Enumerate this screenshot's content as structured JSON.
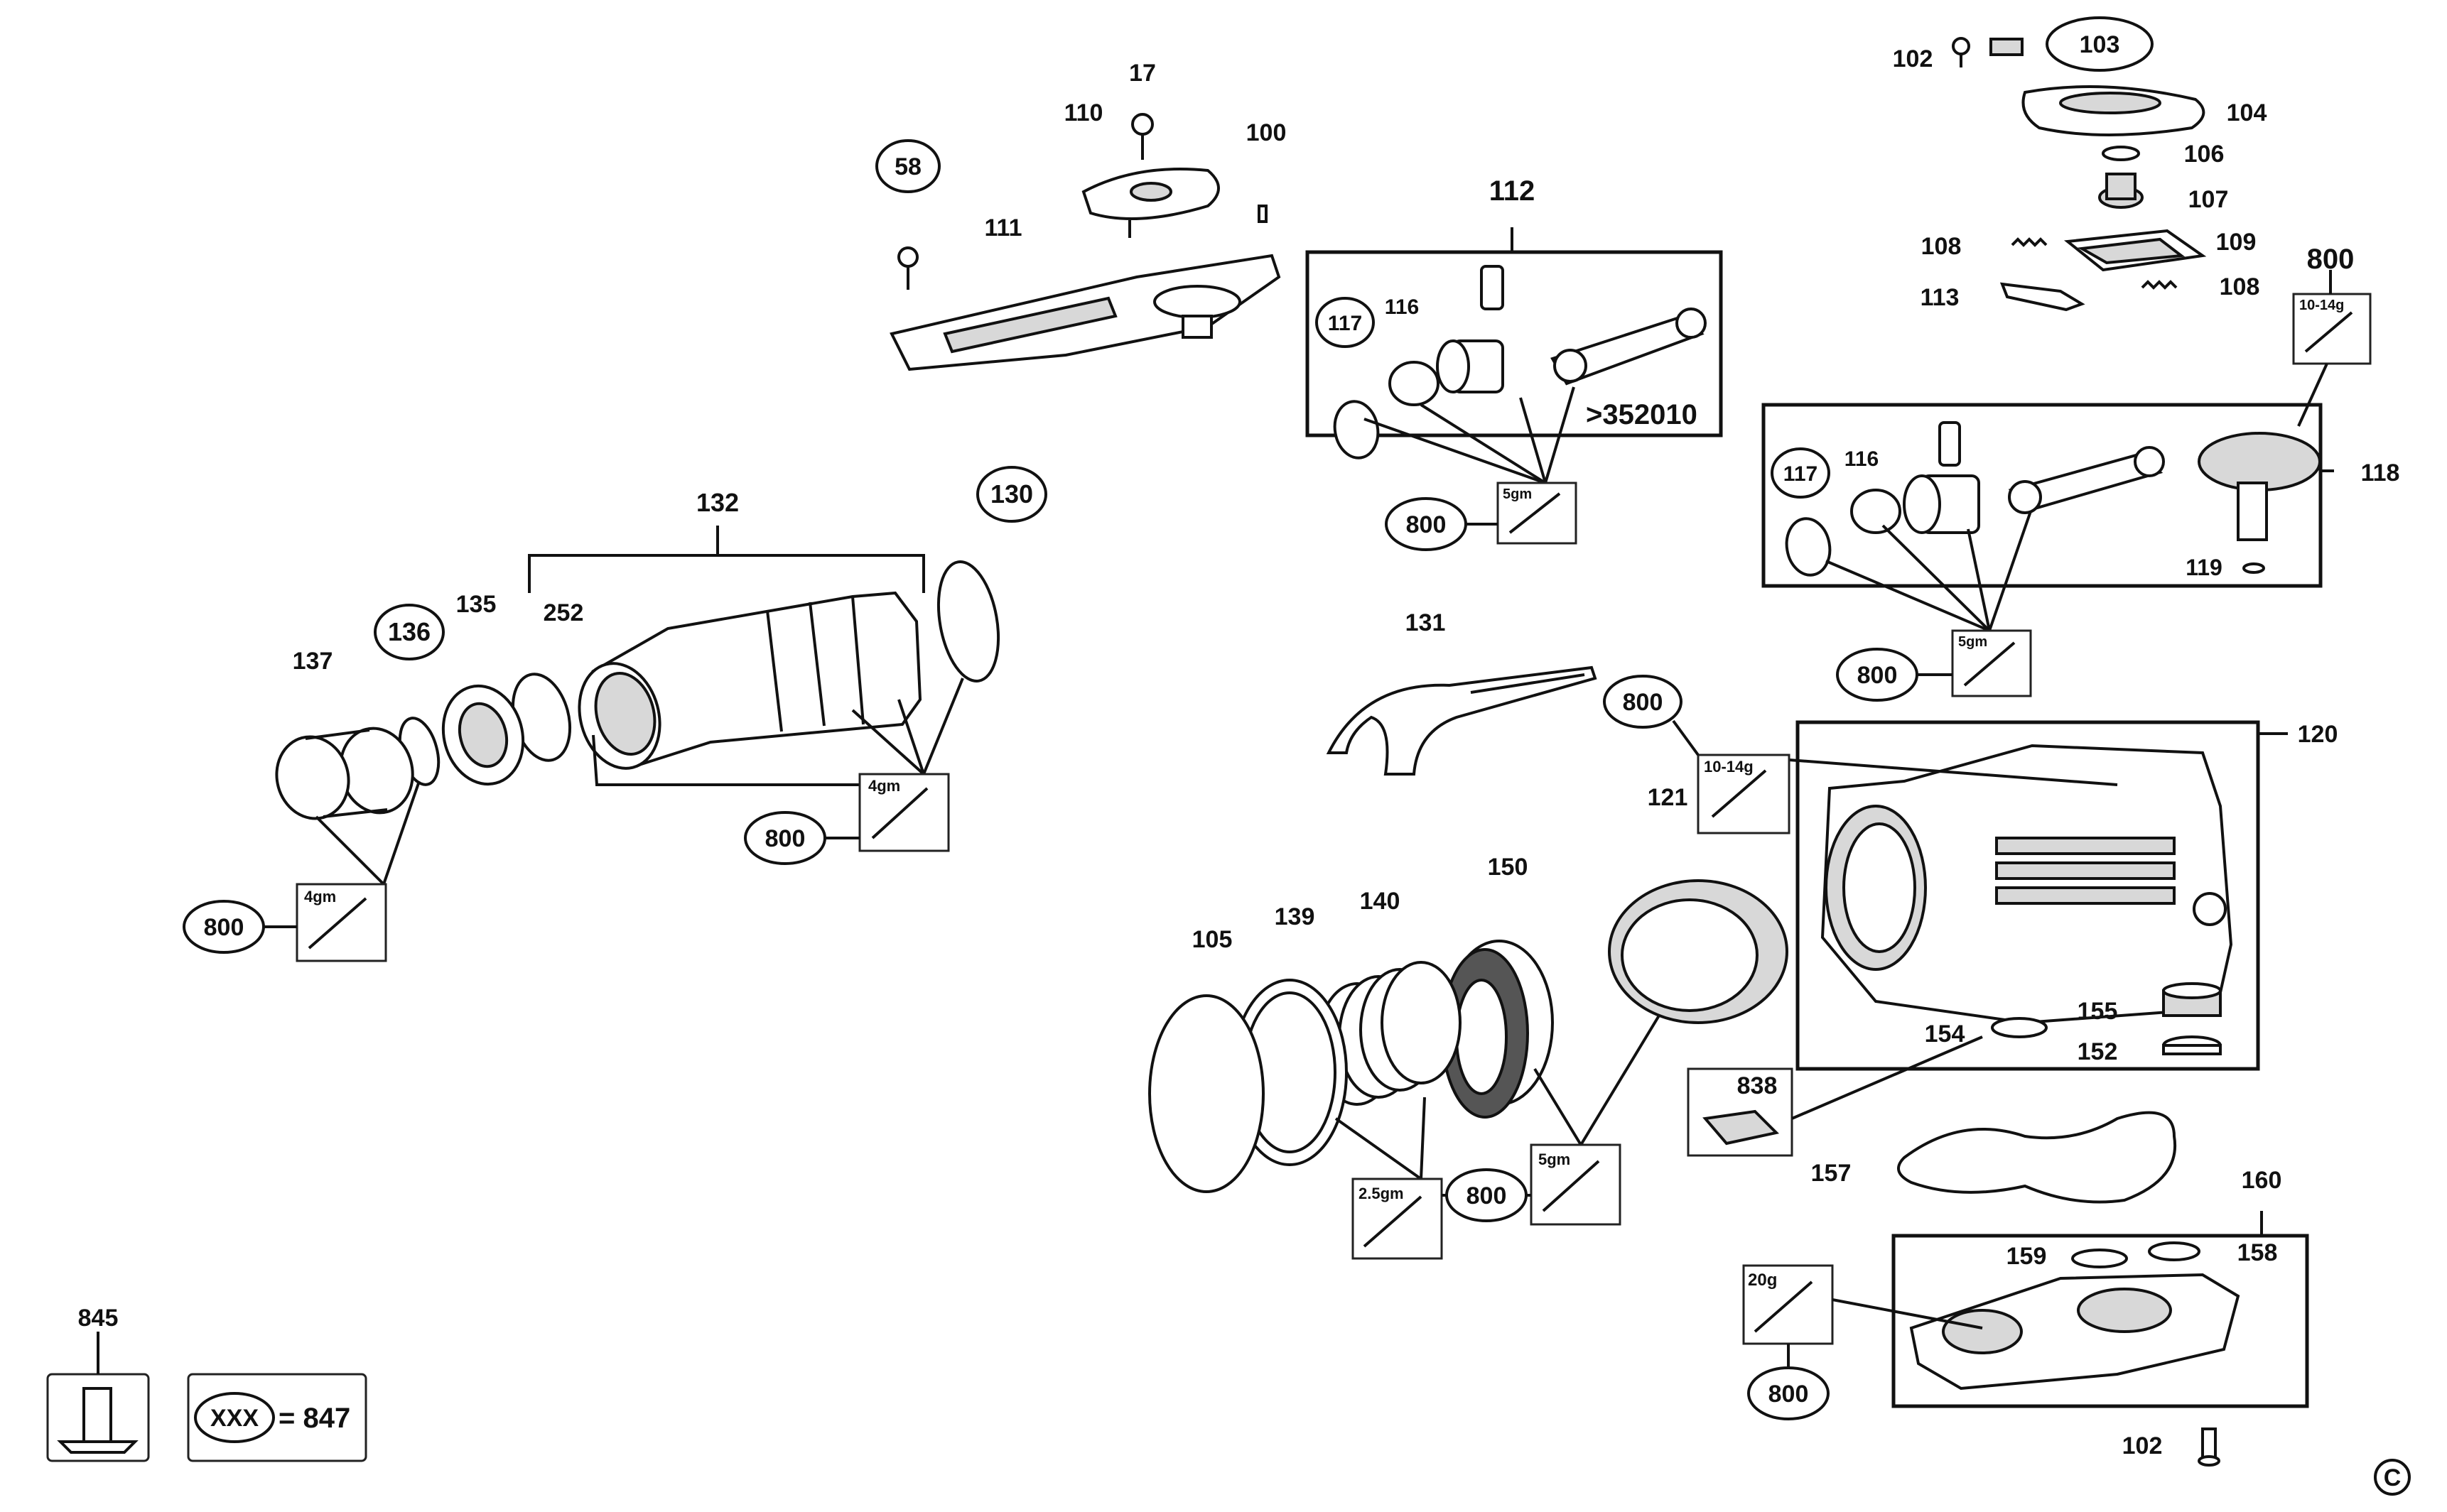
{
  "copyright_mark": "C",
  "callouts": {
    "c17": "17",
    "c58": "58",
    "c100": "100",
    "c110": "110",
    "c111": "111",
    "c112": "112",
    "c116a": "116",
    "c117a": "117",
    "c352010": ">352010",
    "c102a": "102",
    "c103": "103",
    "c104": "104",
    "c106": "106",
    "c107": "107",
    "c108a": "108",
    "c109": "109",
    "c108b": "108",
    "c113": "113",
    "c800top": "800",
    "c116b": "116",
    "c117b": "117",
    "c118": "118",
    "c119": "119",
    "c132": "132",
    "c130": "130",
    "c137": "137",
    "c136": "136",
    "c135": "135",
    "c252": "252",
    "c131": "131",
    "c120": "120",
    "c121": "121",
    "c150": "150",
    "c140": "140",
    "c139": "139",
    "c105": "105",
    "c155": "155",
    "c154": "154",
    "c152": "152",
    "c838": "838",
    "c157": "157",
    "c160": "160",
    "c159": "159",
    "c158": "158",
    "c102b": "102",
    "c845": "845",
    "c800a": "800",
    "c800b": "800",
    "c800c": "800",
    "c800d": "800",
    "c800e": "800",
    "c800f": "800",
    "c800g": "800"
  },
  "grease_tubes": {
    "g112": "5gm",
    "g118_top": "10-14g",
    "g118": "5gm",
    "g120": "10-14g",
    "g132": "4gm",
    "g137": "4gm",
    "g140": "2.5gm",
    "g150": "5gm",
    "g160": "20g"
  },
  "legend": {
    "symbol": "XXX",
    "equals": "= 847"
  }
}
